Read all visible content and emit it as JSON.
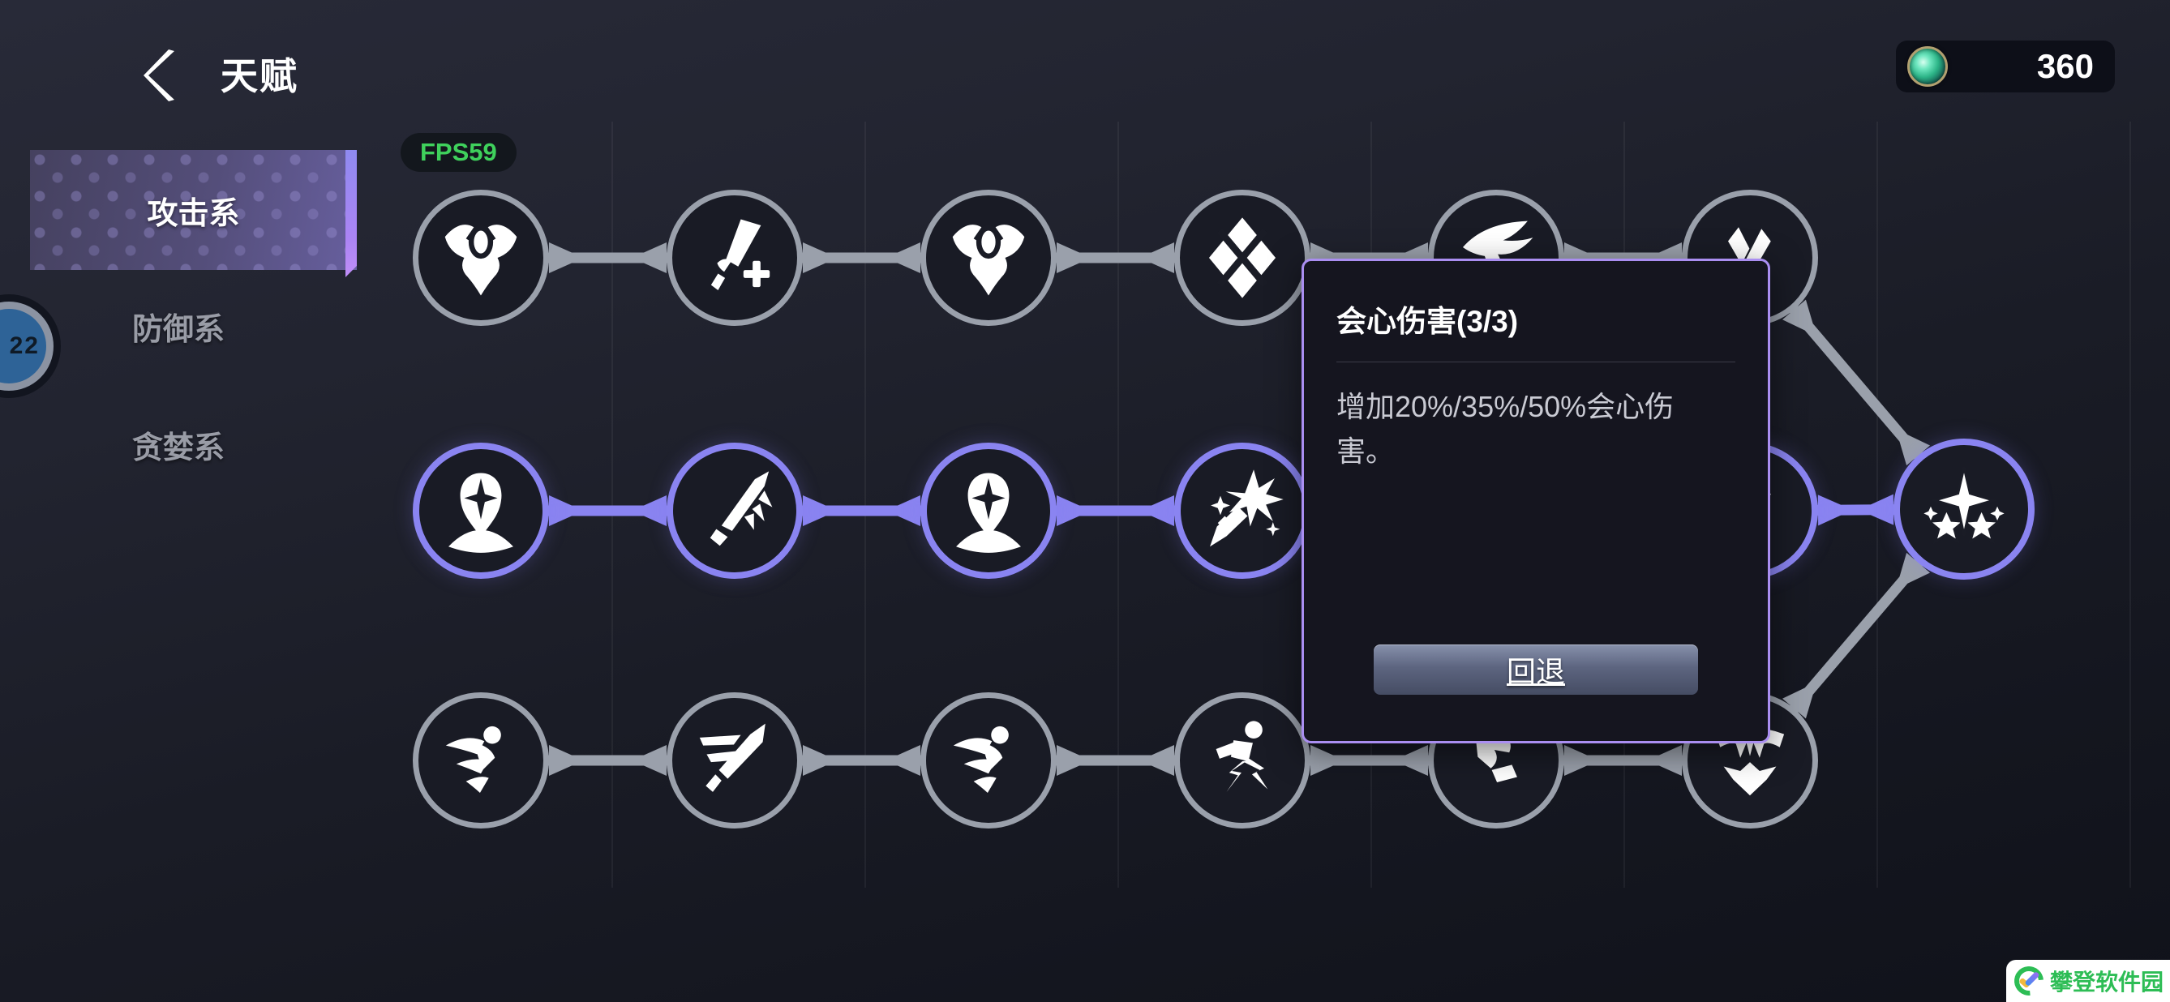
{
  "header": {
    "title": "天赋"
  },
  "currency": {
    "value": "360",
    "icon": "gem-icon"
  },
  "fps_badge": {
    "label": "FPS59"
  },
  "side_badge": {
    "value": "22"
  },
  "sidebar": {
    "tabs": [
      {
        "label": "攻击系",
        "active": true
      },
      {
        "label": "防御系",
        "active": false
      },
      {
        "label": "贪婪系",
        "active": false
      }
    ]
  },
  "tooltip": {
    "title": "会心伤害(3/3)",
    "description": "增加20%/35%/50%会心伤害。",
    "button_label": "回退"
  },
  "watermark": {
    "text": "攀登软件园"
  },
  "colors": {
    "accent_purple": "#8a84f1",
    "ring_gray": "#9aa0ab",
    "fps_green": "#3fd15c",
    "tooltip_border": "#aa8ef1",
    "tab_strip_purple": "#b78ef5",
    "watermark_green": "#2dbd55"
  },
  "tree": {
    "nodes": [
      {
        "id": "r1c1",
        "row": 1,
        "col": 1,
        "icon": "power-figure-icon",
        "state": "locked"
      },
      {
        "id": "r1c2",
        "row": 1,
        "col": 2,
        "icon": "sword-plus-icon",
        "state": "locked"
      },
      {
        "id": "r1c3",
        "row": 1,
        "col": 3,
        "icon": "power-figure-icon",
        "state": "locked"
      },
      {
        "id": "r1c4",
        "row": 1,
        "col": 4,
        "icon": "diamond-cross-icon",
        "state": "locked"
      },
      {
        "id": "r1c5",
        "row": 1,
        "col": 5,
        "icon": "wing-swoop-icon",
        "state": "locked"
      },
      {
        "id": "r1c6",
        "row": 1,
        "col": 6,
        "icon": "crossed-swords-icon",
        "state": "locked"
      },
      {
        "id": "r2c1",
        "row": 2,
        "col": 1,
        "icon": "face-star-icon",
        "state": "unlocked"
      },
      {
        "id": "r2c2",
        "row": 2,
        "col": 2,
        "icon": "slash-burst-icon",
        "state": "unlocked"
      },
      {
        "id": "r2c3",
        "row": 2,
        "col": 3,
        "icon": "face-star-icon",
        "state": "unlocked"
      },
      {
        "id": "r2c4",
        "row": 2,
        "col": 4,
        "icon": "sword-star-icon",
        "state": "unlocked"
      },
      {
        "id": "r2c5",
        "row": 2,
        "col": 5,
        "icon": "face-star-icon",
        "state": "unlocked"
      },
      {
        "id": "r2c6",
        "row": 2,
        "col": 6,
        "icon": "crossed-swords-icon",
        "state": "unlocked"
      },
      {
        "id": "r3c1",
        "row": 3,
        "col": 1,
        "icon": "dash-figure-icon",
        "state": "locked"
      },
      {
        "id": "r3c2",
        "row": 3,
        "col": 2,
        "icon": "slash-speed-icon",
        "state": "locked"
      },
      {
        "id": "r3c3",
        "row": 3,
        "col": 3,
        "icon": "dash-figure-icon",
        "state": "locked"
      },
      {
        "id": "r3c4",
        "row": 3,
        "col": 4,
        "icon": "sprint-figure-icon",
        "state": "locked"
      },
      {
        "id": "r3c5",
        "row": 3,
        "col": 5,
        "icon": "dive-figure-icon",
        "state": "locked"
      },
      {
        "id": "r3c6",
        "row": 3,
        "col": 6,
        "icon": "bat-fangs-icon",
        "state": "locked"
      },
      {
        "id": "final",
        "row": 2,
        "col": 7,
        "icon": "sparkle-stars-icon",
        "state": "unlocked",
        "large": true
      }
    ],
    "links": [
      {
        "from": "r1c1",
        "to": "r1c2",
        "state": "locked"
      },
      {
        "from": "r1c2",
        "to": "r1c3",
        "state": "locked"
      },
      {
        "from": "r1c3",
        "to": "r1c4",
        "state": "locked"
      },
      {
        "from": "r1c4",
        "to": "r1c5",
        "state": "locked"
      },
      {
        "from": "r1c5",
        "to": "r1c6",
        "state": "locked"
      },
      {
        "from": "r1c6",
        "to": "final",
        "state": "locked"
      },
      {
        "from": "r2c1",
        "to": "r2c2",
        "state": "unlocked"
      },
      {
        "from": "r2c2",
        "to": "r2c3",
        "state": "unlocked"
      },
      {
        "from": "r2c3",
        "to": "r2c4",
        "state": "unlocked"
      },
      {
        "from": "r2c4",
        "to": "r2c5",
        "state": "unlocked"
      },
      {
        "from": "r2c5",
        "to": "r2c6",
        "state": "unlocked"
      },
      {
        "from": "r2c6",
        "to": "final",
        "state": "unlocked"
      },
      {
        "from": "r3c1",
        "to": "r3c2",
        "state": "locked"
      },
      {
        "from": "r3c2",
        "to": "r3c3",
        "state": "locked"
      },
      {
        "from": "r3c3",
        "to": "r3c4",
        "state": "locked"
      },
      {
        "from": "r3c4",
        "to": "r3c5",
        "state": "locked"
      },
      {
        "from": "r3c5",
        "to": "r3c6",
        "state": "locked"
      },
      {
        "from": "r3c6",
        "to": "final",
        "state": "locked"
      }
    ]
  }
}
